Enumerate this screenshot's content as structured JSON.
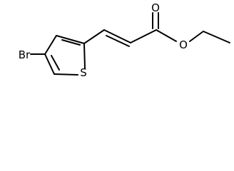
{
  "molecule": {
    "atoms": {
      "bromine": "Br",
      "sulfur": "S",
      "carbonyl_oxygen": "O",
      "ester_oxygen": "O"
    }
  },
  "colors": {
    "bond": "#000000",
    "label": "#000000",
    "background": "#ffffff"
  }
}
